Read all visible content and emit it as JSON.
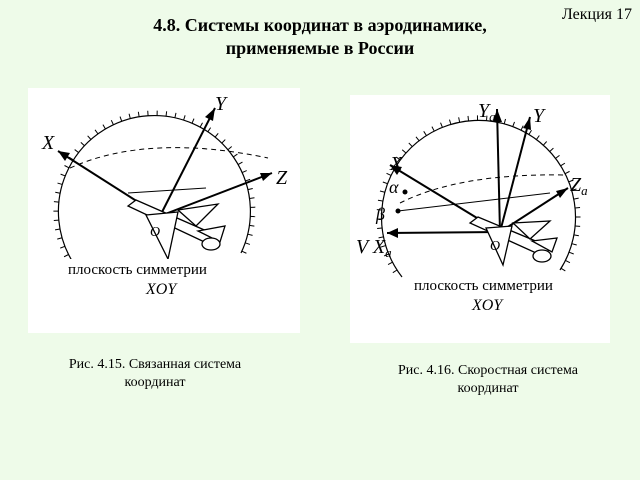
{
  "header": {
    "lecture": "Лекция 17",
    "title_line1": "4.8. Системы координат в аэродинамике,",
    "title_line2": "применяемые в России"
  },
  "fig_left": {
    "axis_x": "X",
    "axis_y": "Y",
    "axis_z": "Z",
    "origin": "O",
    "plane_label": "плоскость симметрии",
    "plane_name": "XOY",
    "caption_line1": "Рис. 4.15. Связанная система",
    "caption_line2": "координат"
  },
  "fig_right": {
    "axis_ya": "Y",
    "axis_ya_sub": "a",
    "axis_y": "Y",
    "axis_x": "X",
    "axis_za": "Z",
    "axis_za_sub": "a",
    "alpha": "α",
    "beta": "β",
    "v_xa": "V X",
    "v_xa_sub": "a",
    "origin": "O",
    "plane_label": "плоскость симметрии",
    "plane_name": "XOY",
    "caption_line1": "Рис. 4.16. Скоростная система",
    "caption_line2": "координат"
  }
}
